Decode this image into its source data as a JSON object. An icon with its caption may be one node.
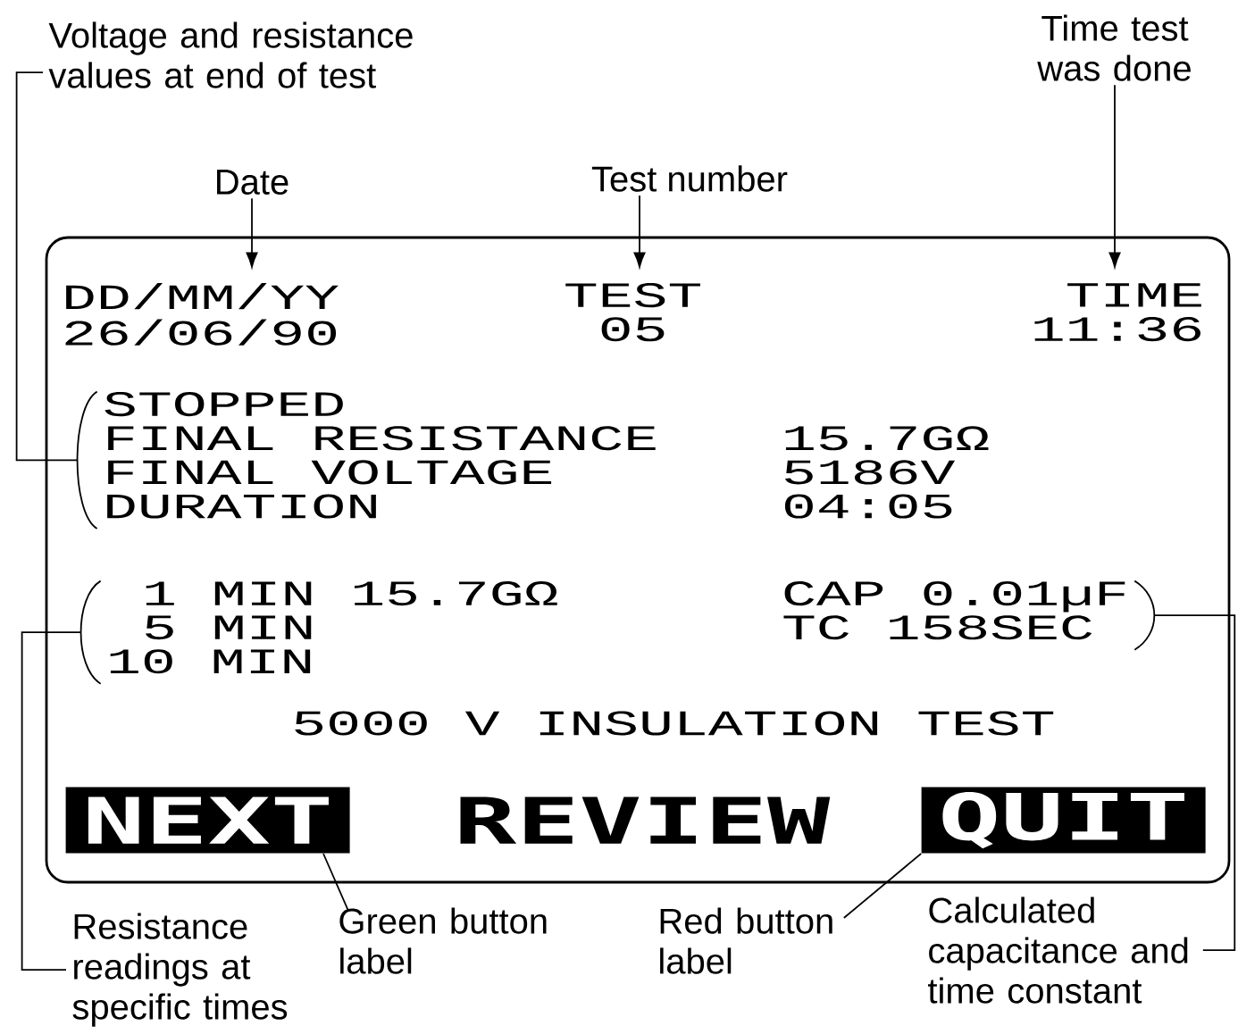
{
  "diagram": {
    "nodes": [
      {
        "text": [
          "Voltage and resistance values at end of test"
        ]
      },
      {
        "text": [
          "Time test was done"
        ]
      },
      {
        "text": [
          "Date"
        ]
      },
      {
        "text": [
          "Test number"
        ]
      },
      {
        "text": [],
        "shape": "box"
      },
      {
        "text": [
          "DD/MM/YY",
          "26/06/90"
        ],
        "in": 4
      },
      {
        "text": [
          "TEST",
          "05"
        ],
        "in": 4
      },
      {
        "text": [
          "TIME",
          "11:36"
        ],
        "in": 4
      },
      {
        "text": [
          "STOPPED",
          "FINAL RESISTANCE",
          "15.7GΩ",
          "FINAL VOLTAGE",
          "5186V",
          "DURATION",
          "04:05"
        ],
        "in": 4
      },
      {
        "text": [
          "1 MIN 15.7GΩ",
          "5 MIN",
          "10 MIN"
        ],
        "in": 4
      },
      {
        "text": [
          "CAP 0.01µF",
          "TC 158SEC"
        ],
        "in": 4
      },
      {
        "text": [
          "NEXT"
        ],
        "in": 4
      },
      {
        "text": [
          "REVIEW"
        ],
        "in": 4
      },
      {
        "text": [
          "QUIT"
        ],
        "in": 4
      },
      {
        "text": [
          "Resistance readings at specific times"
        ]
      },
      {
        "text": [
          "Green button label"
        ]
      },
      {
        "text": [
          "Red button label"
        ]
      },
      {
        "text": [
          "Calculated capacitance and time constant"
        ]
      }
    ],
    "edges": [
      {
        "from": 0,
        "to": 8,
        "arrow": "none"
      },
      {
        "from": 2,
        "to": 5,
        "arrow": "to"
      },
      {
        "from": 3,
        "to": 6,
        "arrow": "to"
      },
      {
        "from": 1,
        "to": 7,
        "arrow": "to"
      },
      {
        "from": 14,
        "to": 9,
        "arrow": "none"
      },
      {
        "from": 15,
        "to": 11,
        "arrow": "none"
      },
      {
        "from": 16,
        "to": 13,
        "arrow": "none"
      },
      {
        "from": 17,
        "to": 10,
        "arrow": "none"
      }
    ],
    "labels": [
      "5000 V INSULATION TEST"
    ]
  }
}
